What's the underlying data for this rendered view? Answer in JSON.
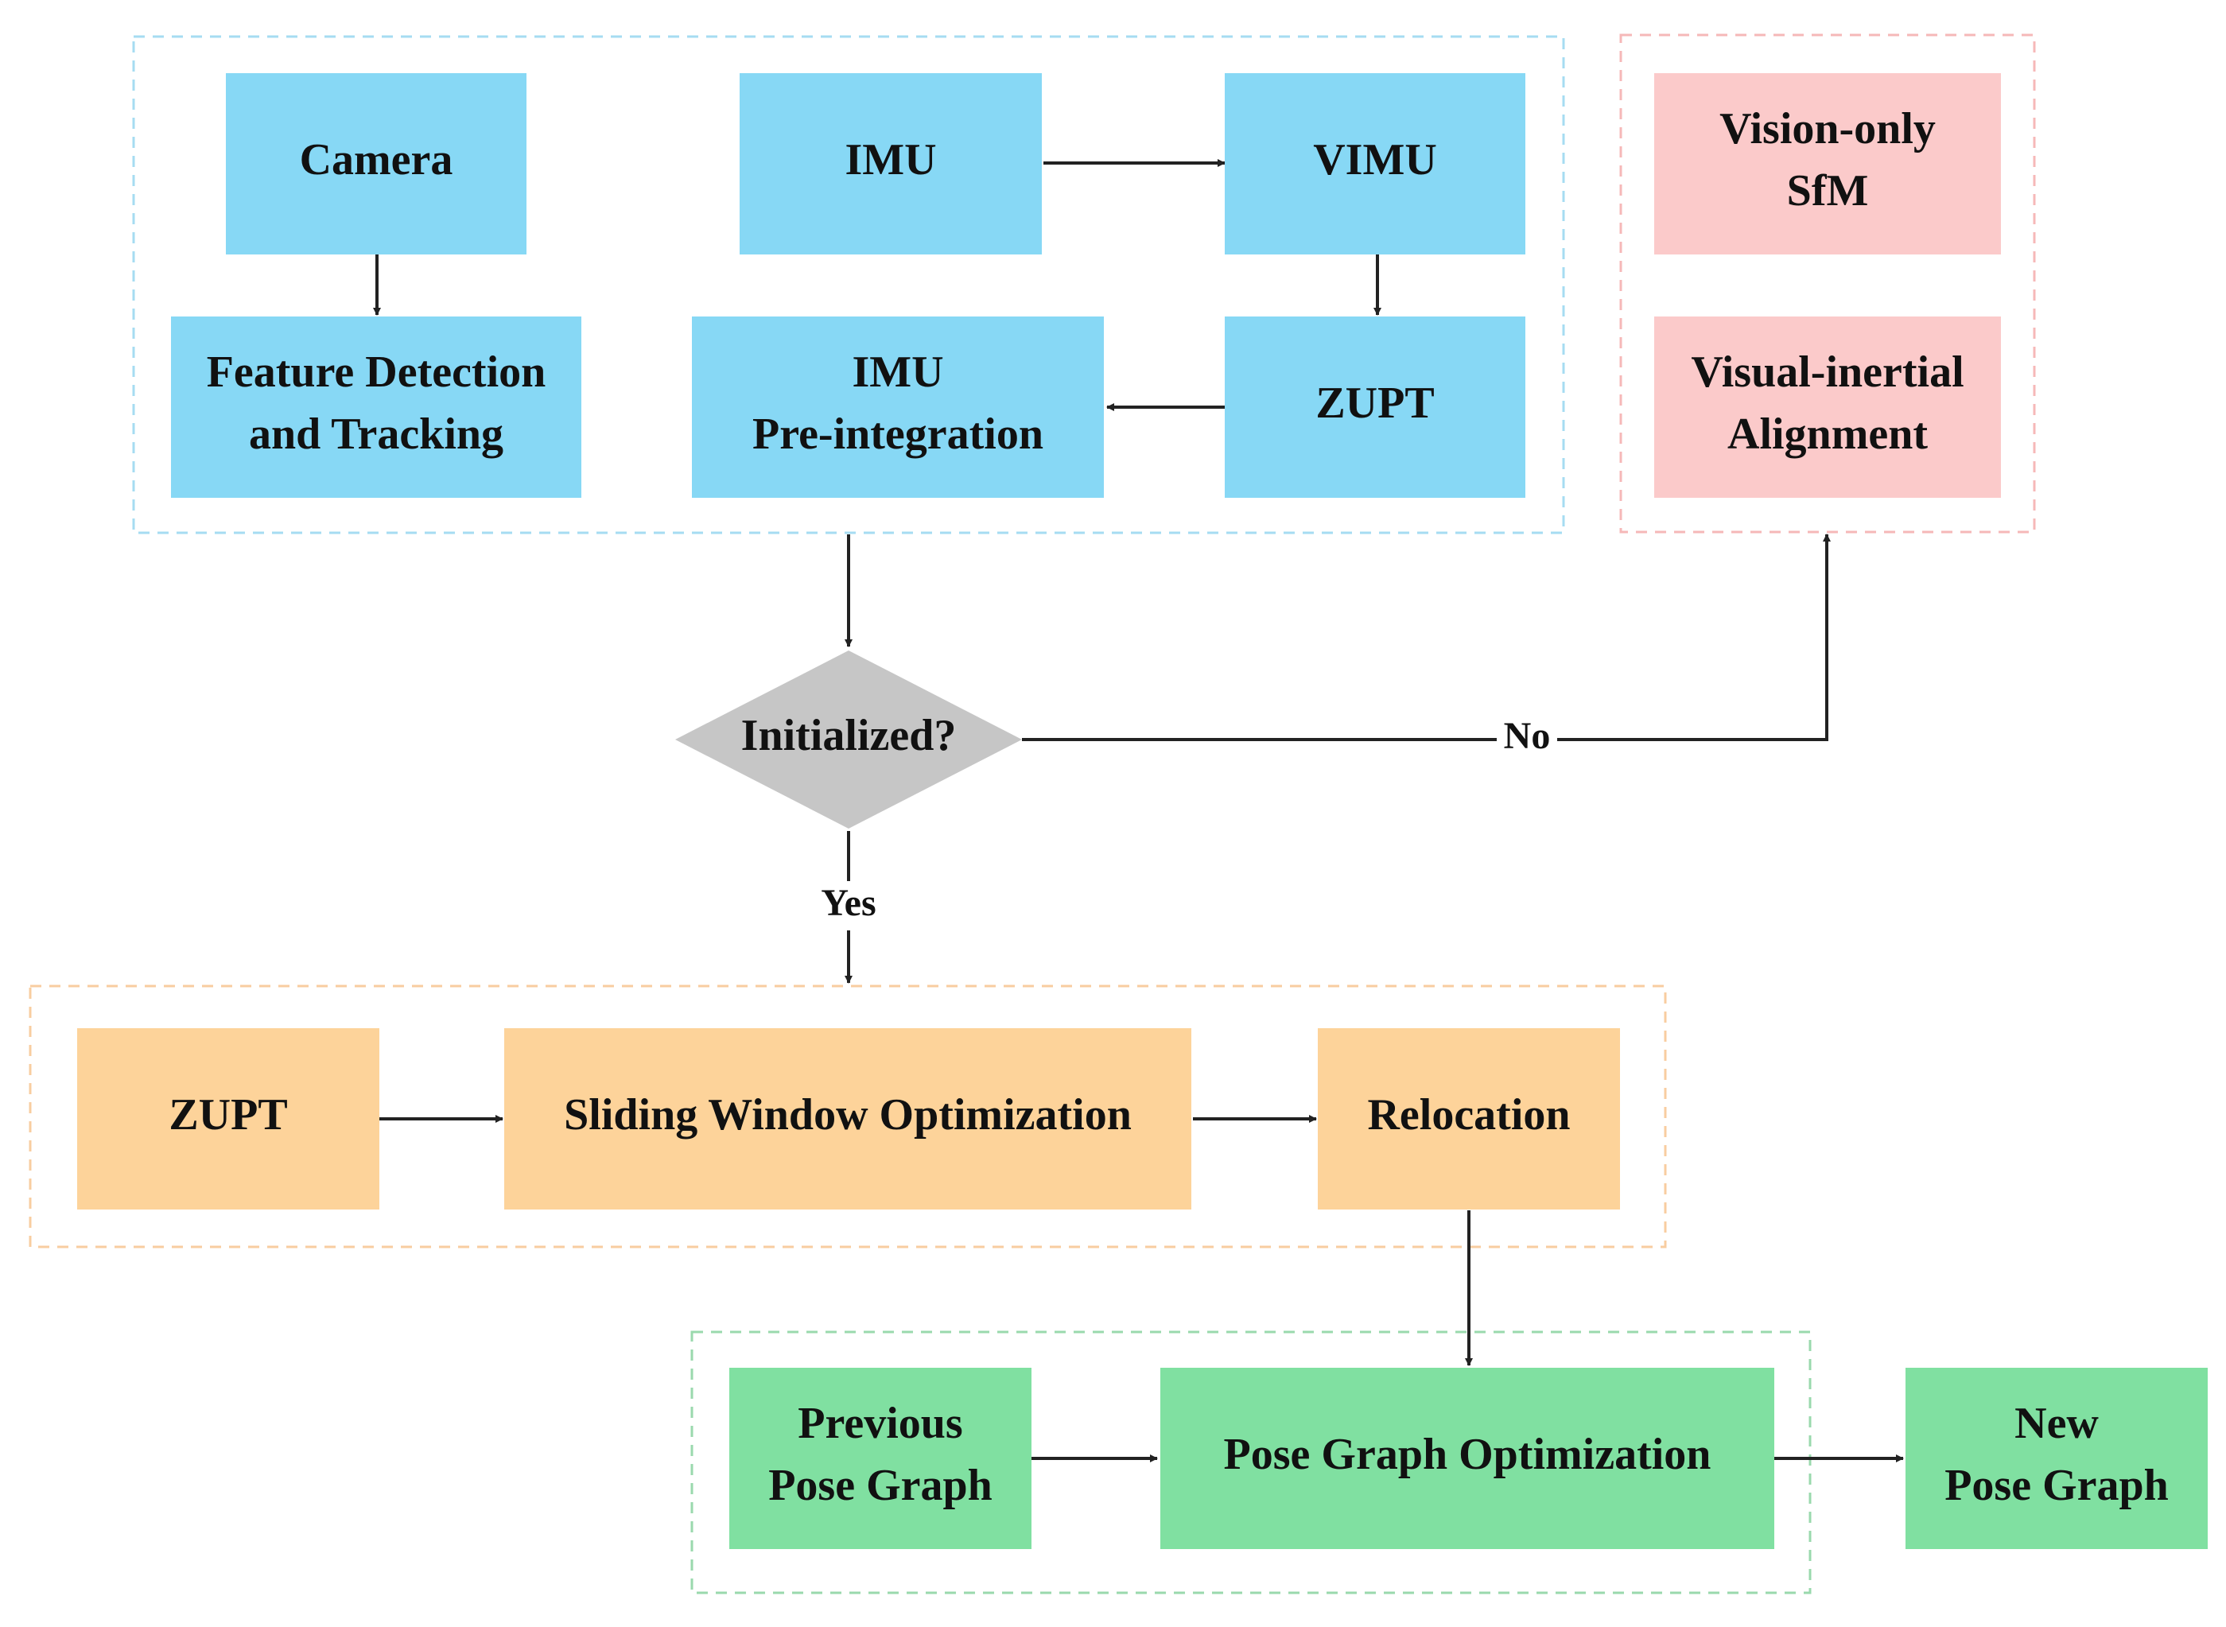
{
  "colors": {
    "blue_fill": "#87d8f5",
    "blue_border": "#a6dcf2",
    "pink_fill": "#fbcaca",
    "pink_border": "#f6b8b8",
    "orange_fill": "#fdd39a",
    "orange_border": "#f8cda0",
    "green_fill": "#80e0a1",
    "green_border": "#9ad9ad",
    "decision_fill": "#c6c6c6",
    "arrow": "#222222"
  },
  "nodes": {
    "camera": {
      "lines": [
        "Camera"
      ]
    },
    "imu": {
      "lines": [
        "IMU"
      ]
    },
    "vimu": {
      "lines": [
        "VIMU"
      ]
    },
    "feature_detection": {
      "lines": [
        "Feature Detection",
        "and Tracking"
      ]
    },
    "imu_preintegration": {
      "lines": [
        "IMU",
        "Pre-integration"
      ]
    },
    "zupt_top": {
      "lines": [
        "ZUPT"
      ]
    },
    "vision_only_sfm": {
      "lines": [
        "Vision-only",
        "SfM"
      ]
    },
    "visual_inertial_alignment": {
      "lines": [
        "Visual-inertial",
        "Alignment"
      ]
    },
    "initialized": {
      "lines": [
        "Initialized?"
      ]
    },
    "zupt_bottom": {
      "lines": [
        "ZUPT"
      ]
    },
    "sliding_window": {
      "lines": [
        "Sliding Window Optimization"
      ]
    },
    "relocation": {
      "lines": [
        "Relocation"
      ]
    },
    "previous_pose_graph": {
      "lines": [
        "Previous",
        "Pose Graph"
      ]
    },
    "pose_graph_optimization": {
      "lines": [
        "Pose Graph Optimization"
      ]
    },
    "new_pose_graph": {
      "lines": [
        "New",
        "Pose Graph"
      ]
    }
  },
  "edge_labels": {
    "no": "No",
    "yes": "Yes"
  }
}
